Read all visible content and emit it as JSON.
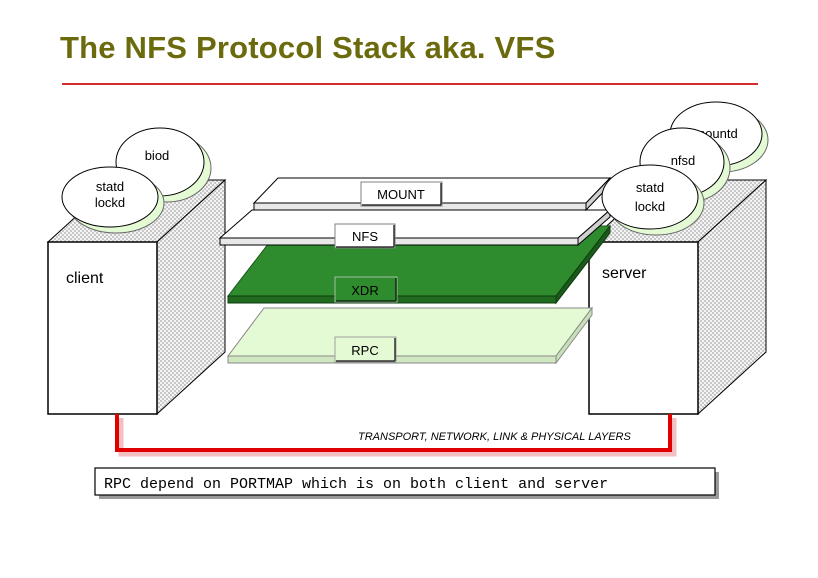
{
  "title": "The NFS Protocol Stack aka. VFS",
  "colors": {
    "title": "#6b6b0e",
    "title_rule": "#d42c2c",
    "xdr_layer": "#2e8b2e",
    "rpc_layer": "#e4fad4",
    "transport_line": "#e00000"
  },
  "client": {
    "label": "client",
    "daemons": {
      "biod": "biod",
      "statd": "statd",
      "lockd": "lockd"
    }
  },
  "server": {
    "label": "server",
    "daemons": {
      "mountd": "mountd",
      "nfsd": "nfsd",
      "statd": "statd",
      "lockd": "lockd"
    }
  },
  "layers": {
    "mount": "MOUNT",
    "nfs": "NFS",
    "xdr": "XDR",
    "rpc": "RPC"
  },
  "transport": "TRANSPORT, NETWORK, LINK & PHYSICAL LAYERS",
  "note": "RPC depend on PORTMAP which is on both client and server"
}
